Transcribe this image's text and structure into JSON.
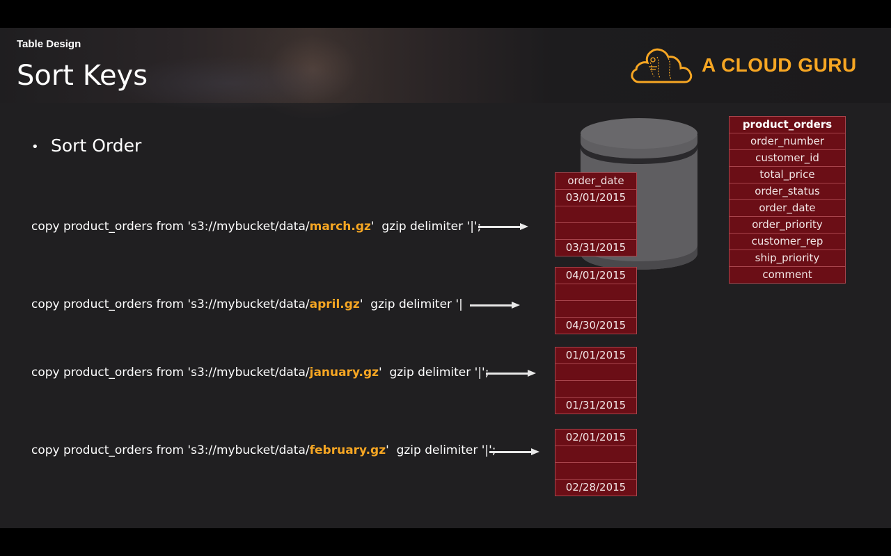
{
  "header": {
    "section_label": "Table Design",
    "title": "Sort Keys",
    "logo_text": "A CLOUD GURU"
  },
  "bullet": {
    "text": "Sort Order"
  },
  "commands": [
    {
      "prefix": "copy product_orders from 's3://mybucket/data/",
      "file": "march.gz",
      "suffix": "'  gzip delimiter '|';"
    },
    {
      "prefix": "copy product_orders from 's3://mybucket/data/",
      "file": "april.gz",
      "suffix": "'  gzip delimiter '|"
    },
    {
      "prefix": "copy product_orders from 's3://mybucket/data/",
      "file": "january.gz",
      "suffix": "'  gzip delimiter '|';"
    },
    {
      "prefix": "copy product_orders from 's3://mybucket/data/",
      "file": "february.gz",
      "suffix": "'  gzip delimiter '|';"
    }
  ],
  "blocks": [
    {
      "header": "order_date",
      "start": "03/01/2015",
      "end": "03/31/2015"
    },
    {
      "start": "04/01/2015",
      "end": "04/30/2015"
    },
    {
      "start": "01/01/2015",
      "end": "01/31/2015"
    },
    {
      "start": "02/01/2015",
      "end": "02/28/2015"
    }
  ],
  "table": {
    "name": "product_orders",
    "columns": [
      "order_number",
      "customer_id",
      "total_price",
      "order_status",
      "order_date",
      "order_priority",
      "customer_rep",
      "ship_priority",
      "comment"
    ]
  },
  "colors": {
    "accent": "#f6a623",
    "block_fill": "#6b0e16",
    "block_border": "#a8444c",
    "background": "#201f21"
  },
  "icons": [
    "cloud-logo-icon",
    "database-cylinder-icon",
    "arrow-right-icon"
  ]
}
